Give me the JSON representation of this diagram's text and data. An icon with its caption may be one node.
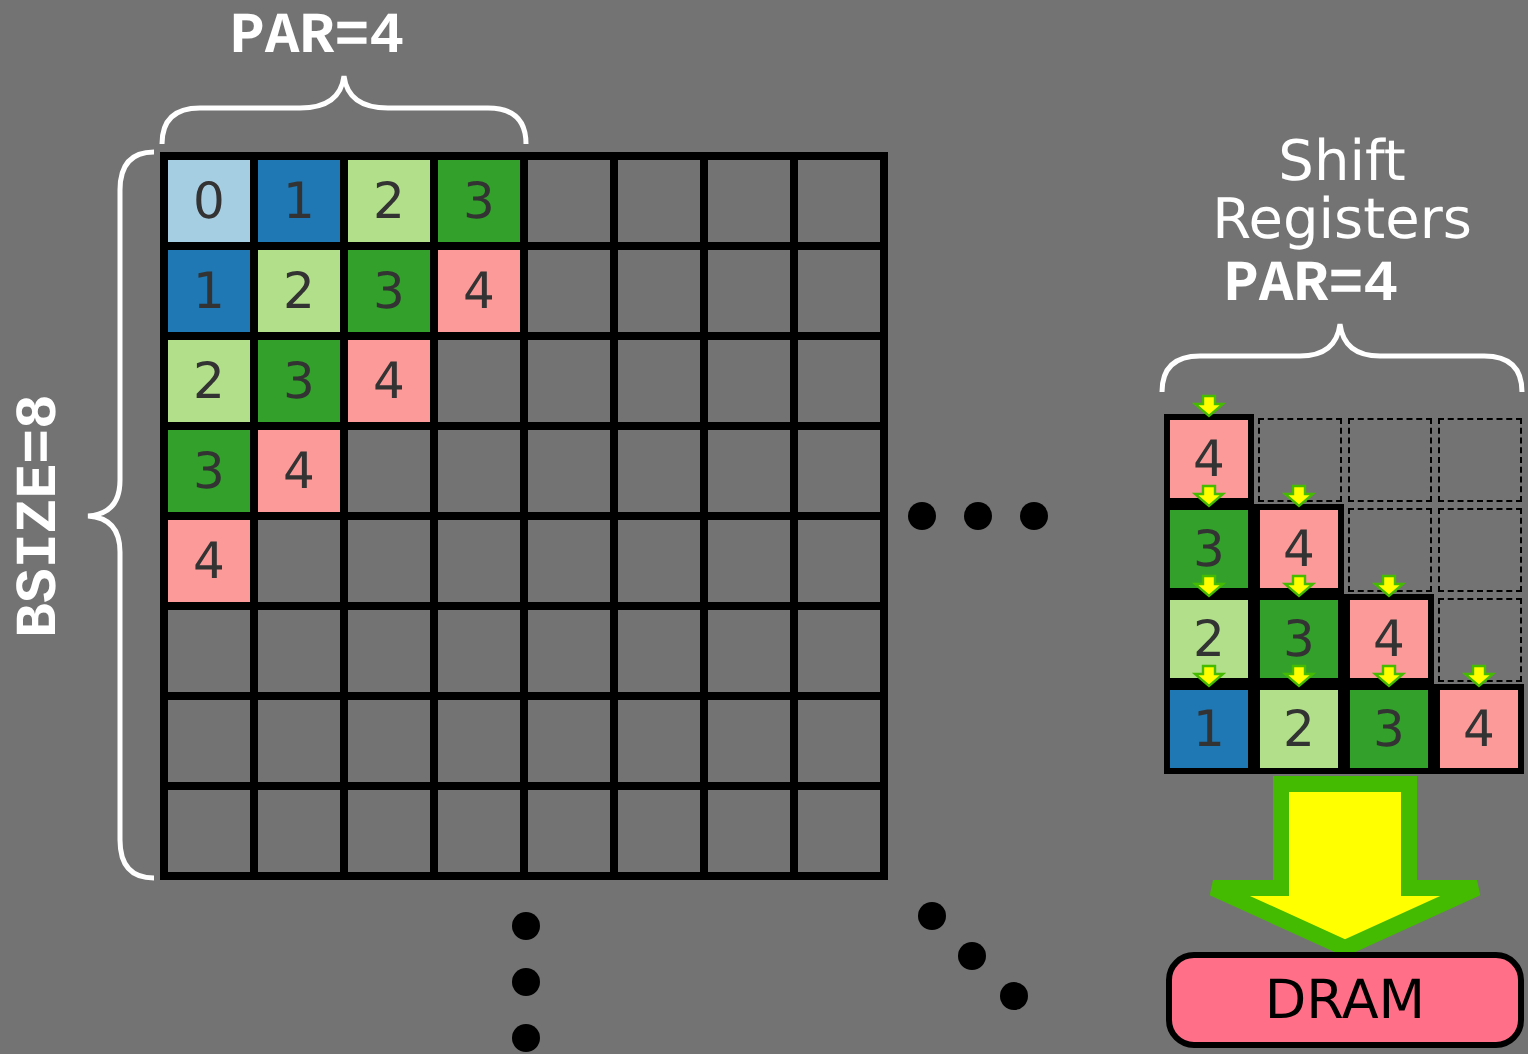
{
  "diagram": {
    "nodes": [
      {
        "text": [],
        "shape": "box"
      },
      {
        "text": [
          "0"
        ],
        "in": 0
      },
      {
        "text": [
          "1"
        ],
        "in": 0
      },
      {
        "text": [
          "2"
        ],
        "in": 0
      },
      {
        "text": [
          "3"
        ],
        "in": 0
      },
      {
        "text": [],
        "shape": "box",
        "in": 0
      },
      {
        "text": [],
        "shape": "box",
        "in": 0
      },
      {
        "text": [],
        "shape": "box",
        "in": 0
      },
      {
        "text": [],
        "shape": "box",
        "in": 0
      },
      {
        "text": [
          "1"
        ],
        "in": 0
      },
      {
        "text": [
          "2"
        ],
        "in": 0
      },
      {
        "text": [
          "3"
        ],
        "in": 0
      },
      {
        "text": [
          "4"
        ],
        "in": 0
      },
      {
        "text": [],
        "shape": "box",
        "in": 0
      },
      {
        "text": [],
        "shape": "box",
        "in": 0
      },
      {
        "text": [],
        "shape": "box",
        "in": 0
      },
      {
        "text": [],
        "shape": "box",
        "in": 0
      },
      {
        "text": [
          "2"
        ],
        "in": 0
      },
      {
        "text": [
          "3"
        ],
        "in": 0
      },
      {
        "text": [
          "4"
        ],
        "in": 0
      },
      {
        "text": [],
        "shape": "box",
        "in": 0
      },
      {
        "text": [],
        "shape": "box",
        "in": 0
      },
      {
        "text": [],
        "shape": "box",
        "in": 0
      },
      {
        "text": [],
        "shape": "box",
        "in": 0
      },
      {
        "text": [],
        "shape": "box",
        "in": 0
      },
      {
        "text": [
          "3"
        ],
        "in": 0
      },
      {
        "text": [
          "4"
        ],
        "in": 0
      },
      {
        "text": [],
        "shape": "box",
        "in": 0
      },
      {
        "text": [],
        "shape": "box",
        "in": 0
      },
      {
        "text": [],
        "shape": "box",
        "in": 0
      },
      {
        "text": [],
        "shape": "box",
        "in": 0
      },
      {
        "text": [],
        "shape": "box",
        "in": 0
      },
      {
        "text": [],
        "shape": "box",
        "in": 0
      },
      {
        "text": [
          "4"
        ],
        "in": 0
      },
      {
        "text": [],
        "shape": "box",
        "in": 0
      },
      {
        "text": [],
        "shape": "box",
        "in": 0
      },
      {
        "text": [],
        "shape": "box",
        "in": 0
      },
      {
        "text": [],
        "shape": "box",
        "in": 0
      },
      {
        "text": [],
        "shape": "box",
        "in": 0
      },
      {
        "text": [],
        "shape": "box",
        "in": 0
      },
      {
        "text": [],
        "shape": "box",
        "in": 0
      },
      {
        "text": [],
        "shape": "box",
        "in": 0
      },
      {
        "text": [],
        "shape": "box",
        "in": 0
      },
      {
        "text": [],
        "shape": "box",
        "in": 0
      },
      {
        "text": [],
        "shape": "box",
        "in": 0
      },
      {
        "text": [],
        "shape": "box",
        "in": 0
      },
      {
        "text": [],
        "shape": "box",
        "in": 0
      },
      {
        "text": [],
        "shape": "box",
        "in": 0
      },
      {
        "text": [],
        "shape": "box",
        "in": 0
      },
      {
        "text": [],
        "shape": "box",
        "in": 0
      },
      {
        "text": [],
        "shape": "box",
        "in": 0
      },
      {
        "text": [],
        "shape": "box",
        "in": 0
      },
      {
        "text": [],
        "shape": "box",
        "in": 0
      },
      {
        "text": [],
        "shape": "box",
        "in": 0
      },
      {
        "text": [],
        "shape": "box",
        "in": 0
      },
      {
        "text": [],
        "shape": "box",
        "in": 0
      },
      {
        "text": [],
        "shape": "box",
        "in": 0
      },
      {
        "text": [],
        "shape": "box",
        "in": 0
      },
      {
        "text": [],
        "shape": "box",
        "in": 0
      },
      {
        "text": [],
        "shape": "box",
        "in": 0
      },
      {
        "text": [],
        "shape": "box",
        "in": 0
      },
      {
        "text": [],
        "shape": "box",
        "in": 0
      },
      {
        "text": [],
        "shape": "box",
        "in": 0
      },
      {
        "text": [],
        "shape": "box",
        "in": 0
      },
      {
        "text": [],
        "shape": "box",
        "in": 0
      },
      {
        "text": [
          "Shift Registers"
        ]
      },
      {
        "text": [
          "4"
        ],
        "in": 65
      },
      {
        "text": [],
        "shape": "box",
        "in": 65
      },
      {
        "text": [],
        "shape": "box",
        "in": 65
      },
      {
        "text": [],
        "shape": "box",
        "in": 65
      },
      {
        "text": [
          "3"
        ],
        "in": 65
      },
      {
        "text": [
          "4"
        ],
        "in": 65
      },
      {
        "text": [],
        "shape": "box",
        "in": 65
      },
      {
        "text": [],
        "shape": "box",
        "in": 65
      },
      {
        "text": [
          "2"
        ],
        "in": 65
      },
      {
        "text": [
          "3"
        ],
        "in": 65
      },
      {
        "text": [
          "4"
        ],
        "in": 65
      },
      {
        "text": [],
        "shape": "box",
        "in": 65
      },
      {
        "text": [
          "1"
        ],
        "in": 65
      },
      {
        "text": [
          "2"
        ],
        "in": 65
      },
      {
        "text": [
          "3"
        ],
        "in": 65
      },
      {
        "text": [
          "4"
        ],
        "in": 65
      },
      {
        "text": [
          "DRAM"
        ]
      }
    ],
    "edges": [
      {
        "from": null,
        "to": 66,
        "arrow": "to"
      },
      {
        "from": null,
        "to": 70,
        "arrow": "to"
      },
      {
        "from": null,
        "to": 71,
        "arrow": "to"
      },
      {
        "from": null,
        "to": 74,
        "arrow": "to"
      },
      {
        "from": null,
        "to": 75,
        "arrow": "to"
      },
      {
        "from": null,
        "to": 76,
        "arrow": "to"
      },
      {
        "from": null,
        "to": 78,
        "arrow": "to"
      },
      {
        "from": null,
        "to": 79,
        "arrow": "to"
      },
      {
        "from": null,
        "to": 80,
        "arrow": "to"
      },
      {
        "from": null,
        "to": 81,
        "arrow": "to"
      },
      {
        "from": 65,
        "to": 82,
        "arrow": "to",
        "style": "thick"
      }
    ],
    "labels": [
      "PAR=4",
      "BSIZE=8",
      "PAR=4"
    ]
  }
}
